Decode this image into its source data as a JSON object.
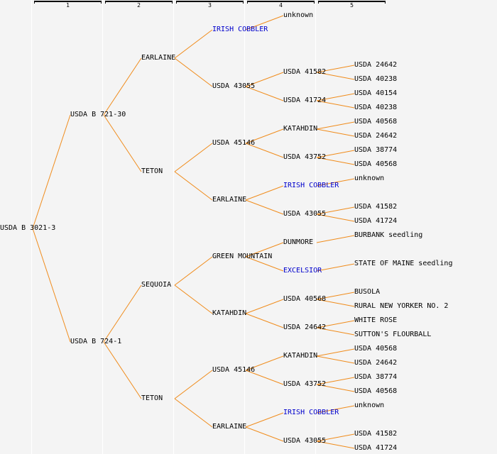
{
  "header": {
    "generations": [
      "1",
      "2",
      "3",
      "4",
      "5"
    ]
  },
  "colors": {
    "line": "#f08c1c",
    "link": "#0000cc",
    "text": "#000000",
    "background": "#f4f4f4"
  },
  "tree": {
    "label": "USDA B 3021-3",
    "children": [
      {
        "label": "USDA B 721-30",
        "children": [
          {
            "label": "EARLAINE",
            "children": [
              {
                "label": "IRISH COBBLER",
                "link": true,
                "children": [
                  {
                    "label": "unknown"
                  }
                ]
              },
              {
                "label": "USDA 43055",
                "children": [
                  {
                    "label": "USDA 41582",
                    "children": [
                      {
                        "label": "USDA 24642"
                      },
                      {
                        "label": "USDA 40238"
                      }
                    ]
                  },
                  {
                    "label": "USDA 41724",
                    "children": [
                      {
                        "label": "USDA 40154"
                      },
                      {
                        "label": "USDA 40238"
                      }
                    ]
                  }
                ]
              }
            ]
          },
          {
            "label": "TETON",
            "children": [
              {
                "label": "USDA 45146",
                "children": [
                  {
                    "label": "KATAHDIN",
                    "children": [
                      {
                        "label": "USDA 40568"
                      },
                      {
                        "label": "USDA 24642"
                      }
                    ]
                  },
                  {
                    "label": "USDA 43752",
                    "children": [
                      {
                        "label": "USDA 38774"
                      },
                      {
                        "label": "USDA 40568"
                      }
                    ]
                  }
                ]
              },
              {
                "label": "EARLAINE",
                "children": [
                  {
                    "label": "IRISH COBBLER",
                    "link": true,
                    "children": [
                      {
                        "label": "unknown"
                      }
                    ]
                  },
                  {
                    "label": "USDA 43055",
                    "children": [
                      {
                        "label": "USDA 41582"
                      },
                      {
                        "label": "USDA 41724"
                      }
                    ]
                  }
                ]
              }
            ]
          }
        ]
      },
      {
        "label": "USDA B 724-1",
        "children": [
          {
            "label": "SEQUOIA",
            "children": [
              {
                "label": "GREEN MOUNTAIN",
                "children": [
                  {
                    "label": "DUNMORE",
                    "children": [
                      {
                        "label": "BURBANK seedling"
                      }
                    ]
                  },
                  {
                    "label": "EXCELSIOR",
                    "link": true,
                    "children": [
                      {
                        "label": "STATE OF MAINE seedling"
                      }
                    ]
                  }
                ]
              },
              {
                "label": "KATAHDIN",
                "children": [
                  {
                    "label": "USDA 40568",
                    "children": [
                      {
                        "label": "BUSOLA"
                      },
                      {
                        "label": "RURAL NEW YORKER NO. 2"
                      }
                    ]
                  },
                  {
                    "label": "USDA 24642",
                    "children": [
                      {
                        "label": "WHITE ROSE"
                      },
                      {
                        "label": "SUTTON'S FLOURBALL"
                      }
                    ]
                  }
                ]
              }
            ]
          },
          {
            "label": "TETON",
            "children": [
              {
                "label": "USDA 45146",
                "children": [
                  {
                    "label": "KATAHDIN",
                    "children": [
                      {
                        "label": "USDA 40568"
                      },
                      {
                        "label": "USDA 24642"
                      }
                    ]
                  },
                  {
                    "label": "USDA 43752",
                    "children": [
                      {
                        "label": "USDA 38774"
                      },
                      {
                        "label": "USDA 40568"
                      }
                    ]
                  }
                ]
              },
              {
                "label": "EARLAINE",
                "children": [
                  {
                    "label": "IRISH COBBLER",
                    "link": true,
                    "children": [
                      {
                        "label": "unknown"
                      }
                    ]
                  },
                  {
                    "label": "USDA 43055",
                    "children": [
                      {
                        "label": "USDA 41582"
                      },
                      {
                        "label": "USDA 41724"
                      }
                    ]
                  }
                ]
              }
            ]
          }
        ]
      }
    ]
  }
}
